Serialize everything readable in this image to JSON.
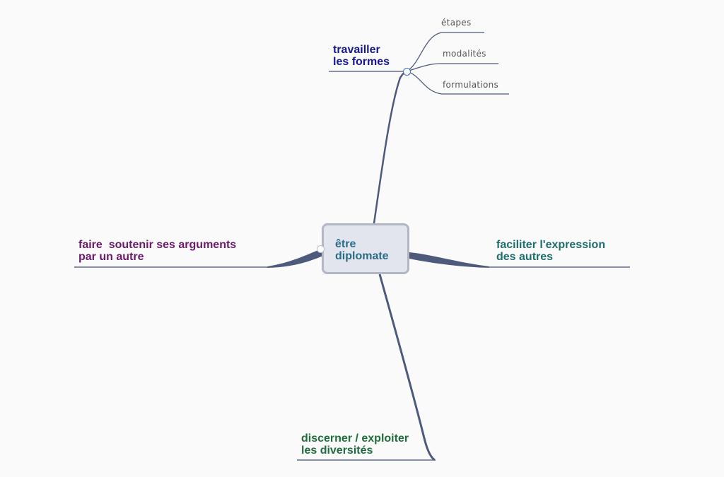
{
  "central": {
    "label": "être\ndiplomate",
    "color": "#2a6c86"
  },
  "branches": {
    "top": {
      "label": "travailler\nles formes",
      "color": "#17178f",
      "children": [
        "étapes",
        "modalités",
        "formulations"
      ]
    },
    "left": {
      "label": "faire  soutenir ses arguments\npar un autre",
      "color": "#6b1a6b"
    },
    "right": {
      "label": "faciliter l'expression\ndes autres",
      "color": "#1e6e6e"
    },
    "bottom": {
      "label": "discerner / exploiter\nles diversités",
      "color": "#1f6d3b"
    }
  },
  "colors": {
    "background": "#fafafb",
    "connector": "#4e5a7c",
    "central_fill": "#e2e5ee",
    "central_border": "#b3b7c4",
    "leaf_text": "#555555",
    "collapse_indicator": "#3a6fd0"
  }
}
